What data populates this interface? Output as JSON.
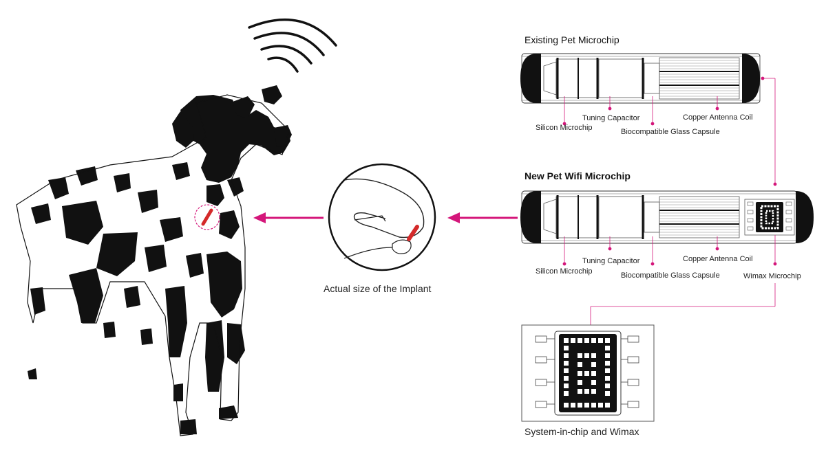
{
  "colors": {
    "accent": "#d4167a",
    "ink": "#111111",
    "line": "#444444"
  },
  "existing": {
    "title": "Existing Pet Microchip",
    "labels": {
      "silicon": "Silicon Microchip",
      "tuning": "Tuning Capacitor",
      "glass": "Biocompatible Glass Capsule",
      "copper": "Copper Antenna Coil"
    }
  },
  "new_chip": {
    "title": "New Pet Wifi Microchip",
    "labels": {
      "silicon": "Silicon Microchip",
      "tuning": "Tuning Capacitor",
      "glass": "Biocompatible Glass Capsule",
      "copper": "Copper Antenna Coil",
      "wimax": "Wimax Microchip"
    }
  },
  "implant_caption": "Actual size of the Implant",
  "sic_caption": "System-in-chip and Wimax",
  "icons": [
    "dalmatian-illustration",
    "wifi-signal-icon",
    "finger-implant-icon",
    "arrow-left-icon"
  ]
}
